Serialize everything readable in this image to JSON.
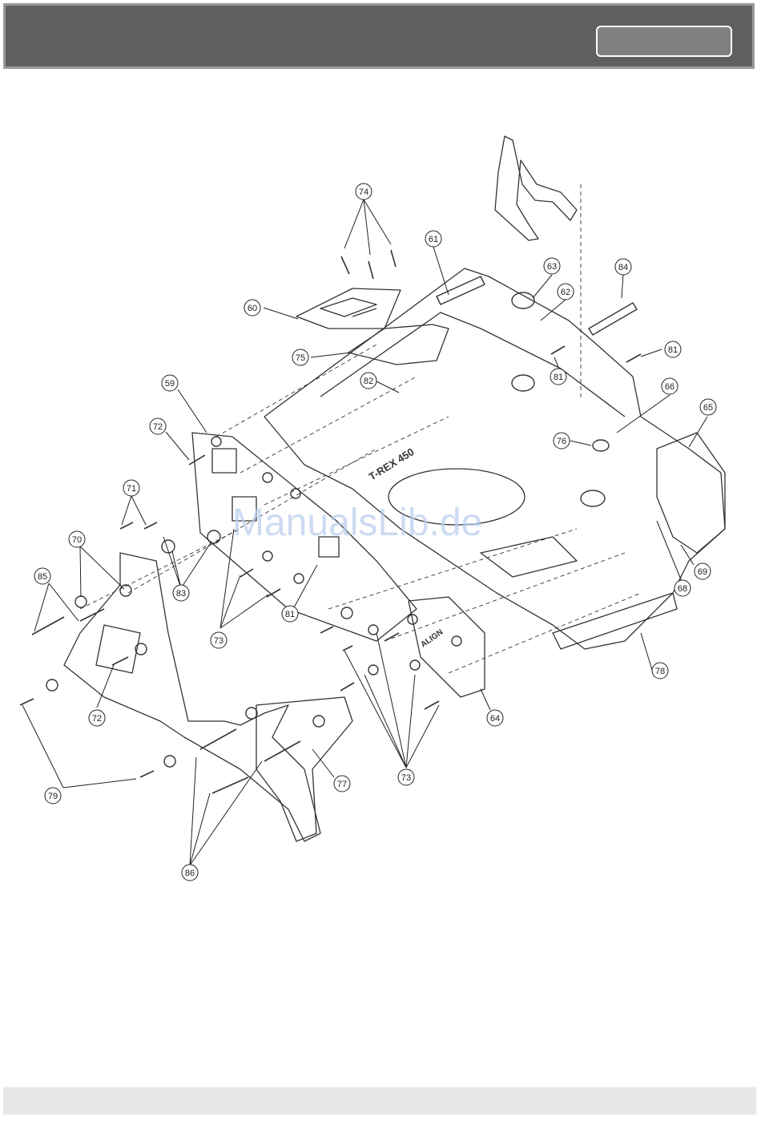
{
  "header": {
    "box_label": ""
  },
  "watermark": "ManualsLib.de",
  "callouts": [
    {
      "id": "c74",
      "label": "74"
    },
    {
      "id": "c61",
      "label": "61"
    },
    {
      "id": "c63",
      "label": "63"
    },
    {
      "id": "c84",
      "label": "84"
    },
    {
      "id": "c62",
      "label": "62"
    },
    {
      "id": "c60",
      "label": "60"
    },
    {
      "id": "c75",
      "label": "75"
    },
    {
      "id": "c81a",
      "label": "81"
    },
    {
      "id": "c81b",
      "label": "81"
    },
    {
      "id": "c82",
      "label": "82"
    },
    {
      "id": "c66",
      "label": "66"
    },
    {
      "id": "c59",
      "label": "59"
    },
    {
      "id": "c65",
      "label": "65"
    },
    {
      "id": "c72a",
      "label": "72"
    },
    {
      "id": "c76",
      "label": "76"
    },
    {
      "id": "c71",
      "label": "71"
    },
    {
      "id": "c70",
      "label": "70"
    },
    {
      "id": "c69",
      "label": "69"
    },
    {
      "id": "c85",
      "label": "85"
    },
    {
      "id": "c83",
      "label": "83"
    },
    {
      "id": "c68",
      "label": "68"
    },
    {
      "id": "c81c",
      "label": "81"
    },
    {
      "id": "c73a",
      "label": "73"
    },
    {
      "id": "c78",
      "label": "78"
    },
    {
      "id": "c72b",
      "label": "72"
    },
    {
      "id": "c64",
      "label": "64"
    },
    {
      "id": "c79",
      "label": "79"
    },
    {
      "id": "c77",
      "label": "77"
    },
    {
      "id": "c73b",
      "label": "73"
    },
    {
      "id": "c86",
      "label": "86"
    }
  ],
  "text_labels": {
    "frame_text": "T-REX 450",
    "brand_text": "ALIGN"
  }
}
